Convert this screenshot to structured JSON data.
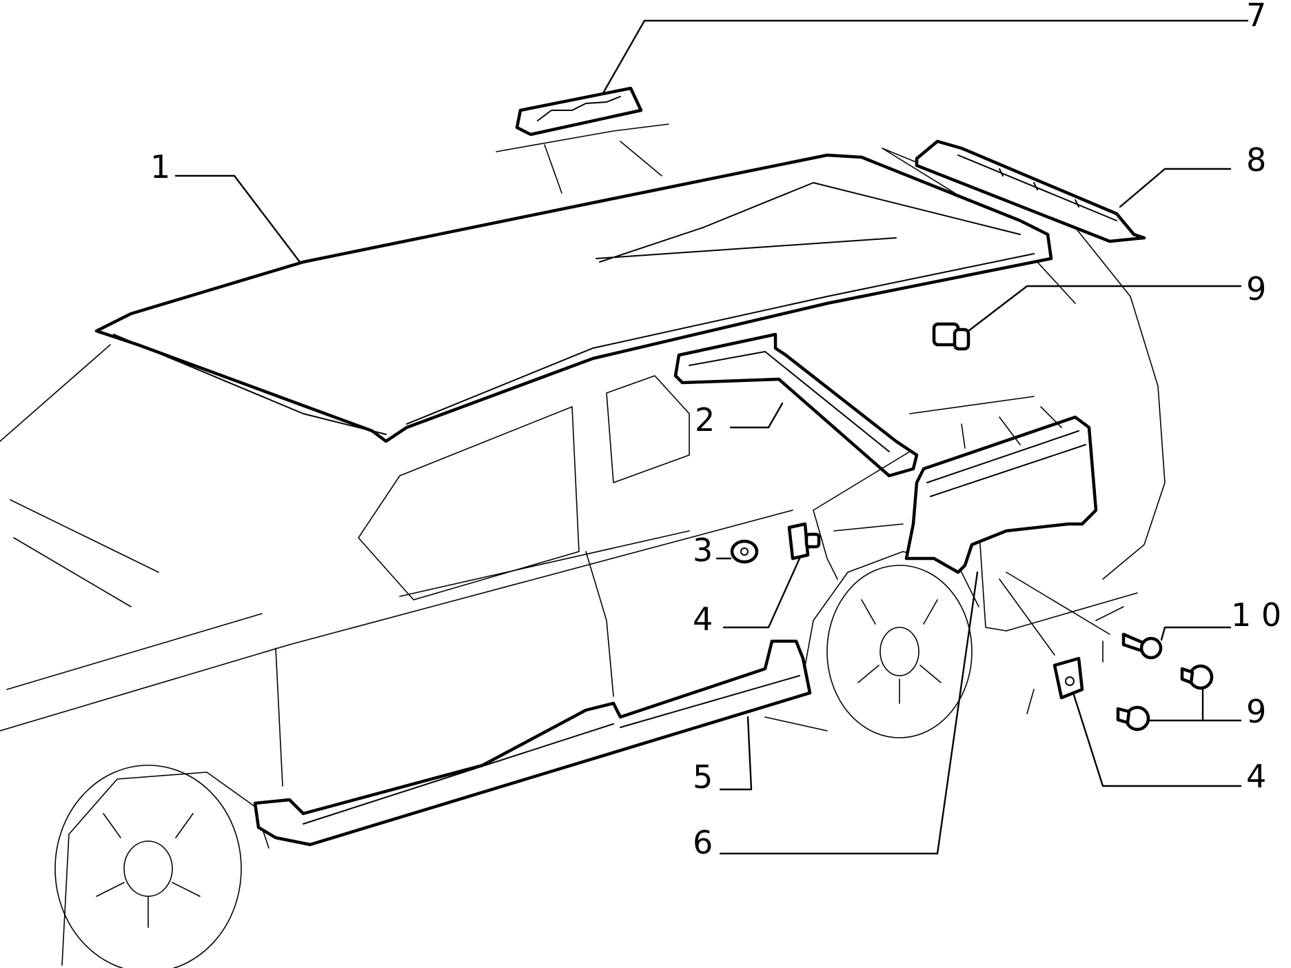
{
  "callouts": {
    "c1": "1",
    "c2": "2",
    "c3": "3",
    "c4a": "4",
    "c4b": "4",
    "c5": "5",
    "c6": "6",
    "c7": "7",
    "c8": "8",
    "c9a": "9",
    "c9b": "9",
    "c10": "1 0"
  }
}
